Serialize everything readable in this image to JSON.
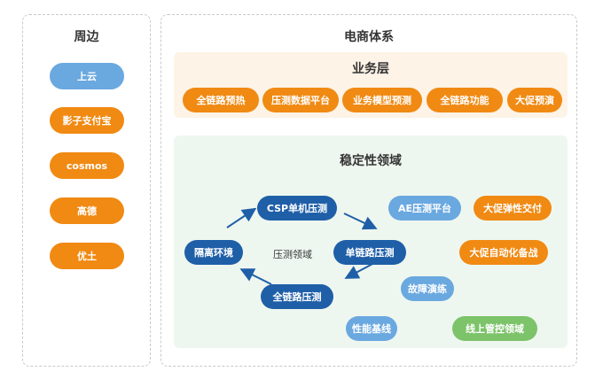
{
  "left_panel": {
    "title": "周边",
    "items": [
      "上云",
      "影子支付宝",
      "cosmos",
      "高德",
      "优土"
    ]
  },
  "right_panel": {
    "title": "电商体系",
    "business_layer": {
      "title": "业务层",
      "items": [
        "全链路预热",
        "压测数据平台",
        "业务模型预测",
        "全链路功能",
        "大促预演"
      ]
    },
    "stability_domain": {
      "title": "稳定性领域",
      "cycle_label": "压测领域",
      "cycle_nodes": {
        "csp": "CSP单机压测",
        "single_link": "单链路压测",
        "full_link": "全链路压测",
        "isolation": "隔离环境"
      },
      "ae_platform": "AE压测平台",
      "fault_drill": "故障演练",
      "perf_baseline": "性能基线",
      "elastic_delivery": "大促弹性交付",
      "auto_prep": "大促自动化备战",
      "online_control": "线上管控领域"
    }
  },
  "colors": {
    "orange": "#f08a13",
    "light_blue": "#6aa8e0",
    "dark_blue": "#1f5fa8",
    "green": "#7cc36a",
    "business_bg": "#fdf3e6",
    "stability_bg": "#eef7ef"
  }
}
